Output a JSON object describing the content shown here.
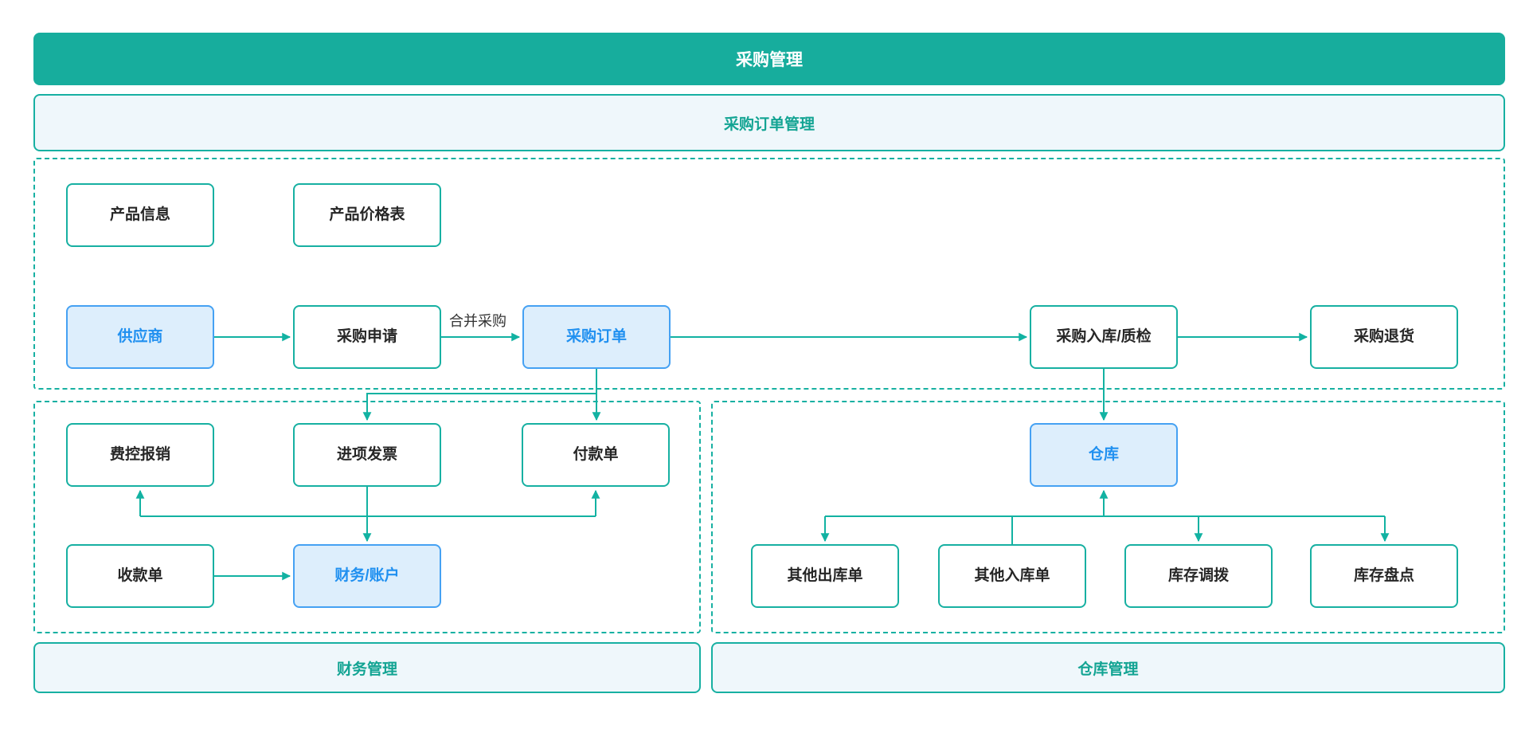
{
  "header": {
    "title": "采购管理"
  },
  "section_bars": {
    "purchase_order_mgmt": "采购订单管理",
    "finance_mgmt": "财务管理",
    "warehouse_mgmt": "仓库管理"
  },
  "nodes": {
    "product_info": "产品信息",
    "product_price_list": "产品价格表",
    "supplier": "供应商",
    "purchase_request": "采购申请",
    "purchase_order": "采购订单",
    "purchase_inbound_qc": "采购入库/质检",
    "purchase_return": "采购退货",
    "expense_reimbursement": "费控报销",
    "input_invoice": "进项发票",
    "payment_slip": "付款单",
    "receipt_slip": "收款单",
    "finance_account": "财务/账户",
    "warehouse": "仓库",
    "other_outbound": "其他出库单",
    "other_inbound": "其他入库单",
    "inventory_transfer": "库存调拨",
    "inventory_count": "库存盘点"
  },
  "edge_labels": {
    "merge_purchase": "合并采购"
  },
  "colors": {
    "banner_bg": "#17ad9d",
    "banner_text": "#ffffff",
    "teal": "#17b0a2",
    "arrow": "#12b2a2",
    "bar_bg": "#eff7fb",
    "bar_text": "#13a493",
    "node_bg": "#ffffff",
    "node_text": "#262626",
    "blue_node_bg": "#ddeefc",
    "blue_node_border": "#45a1f3",
    "blue_node_text": "#2090f0",
    "label_text": "#333333"
  }
}
